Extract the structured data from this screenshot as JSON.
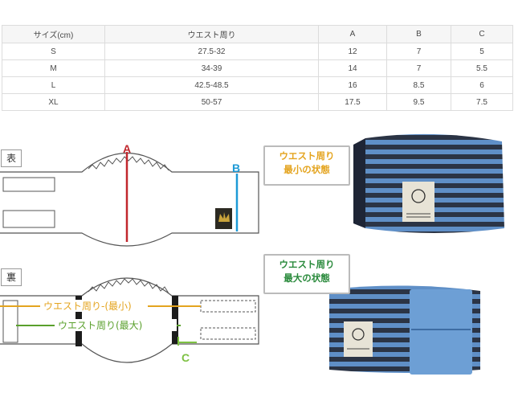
{
  "table": {
    "headers": [
      "サイズ(cm)",
      "ウエスト周り",
      "A",
      "B",
      "C"
    ],
    "rows": [
      [
        "S",
        "27.5-32",
        "12",
        "7",
        "5"
      ],
      [
        "M",
        "34-39",
        "14",
        "7",
        "5.5"
      ],
      [
        "L",
        "42.5-48.5",
        "16",
        "8.5",
        "6"
      ],
      [
        "XL",
        "50-57",
        "17.5",
        "9.5",
        "7.5"
      ]
    ]
  },
  "front": {
    "tag": "表",
    "marker_a": "A",
    "marker_b": "B"
  },
  "back": {
    "tag": "裏",
    "line_min": "ウエスト周り-(最小)",
    "line_max": "ウエスト周り(最大)",
    "marker_c": "C"
  },
  "photos": {
    "min_line1": "ウエスト周り",
    "min_line2": "最小の状態",
    "max_line1": "ウエスト周り",
    "max_line2": "最大の状態"
  },
  "colors": {
    "marker_a": "#c1272d",
    "marker_b": "#1e9ad6",
    "line_min": "#e4a41f",
    "line_max": "#5aa02c",
    "marker_c": "#7dc142",
    "stripe_dark": "#2b3445",
    "stripe_light": "#5f8fc7",
    "velcro": "#6d9fd5"
  }
}
